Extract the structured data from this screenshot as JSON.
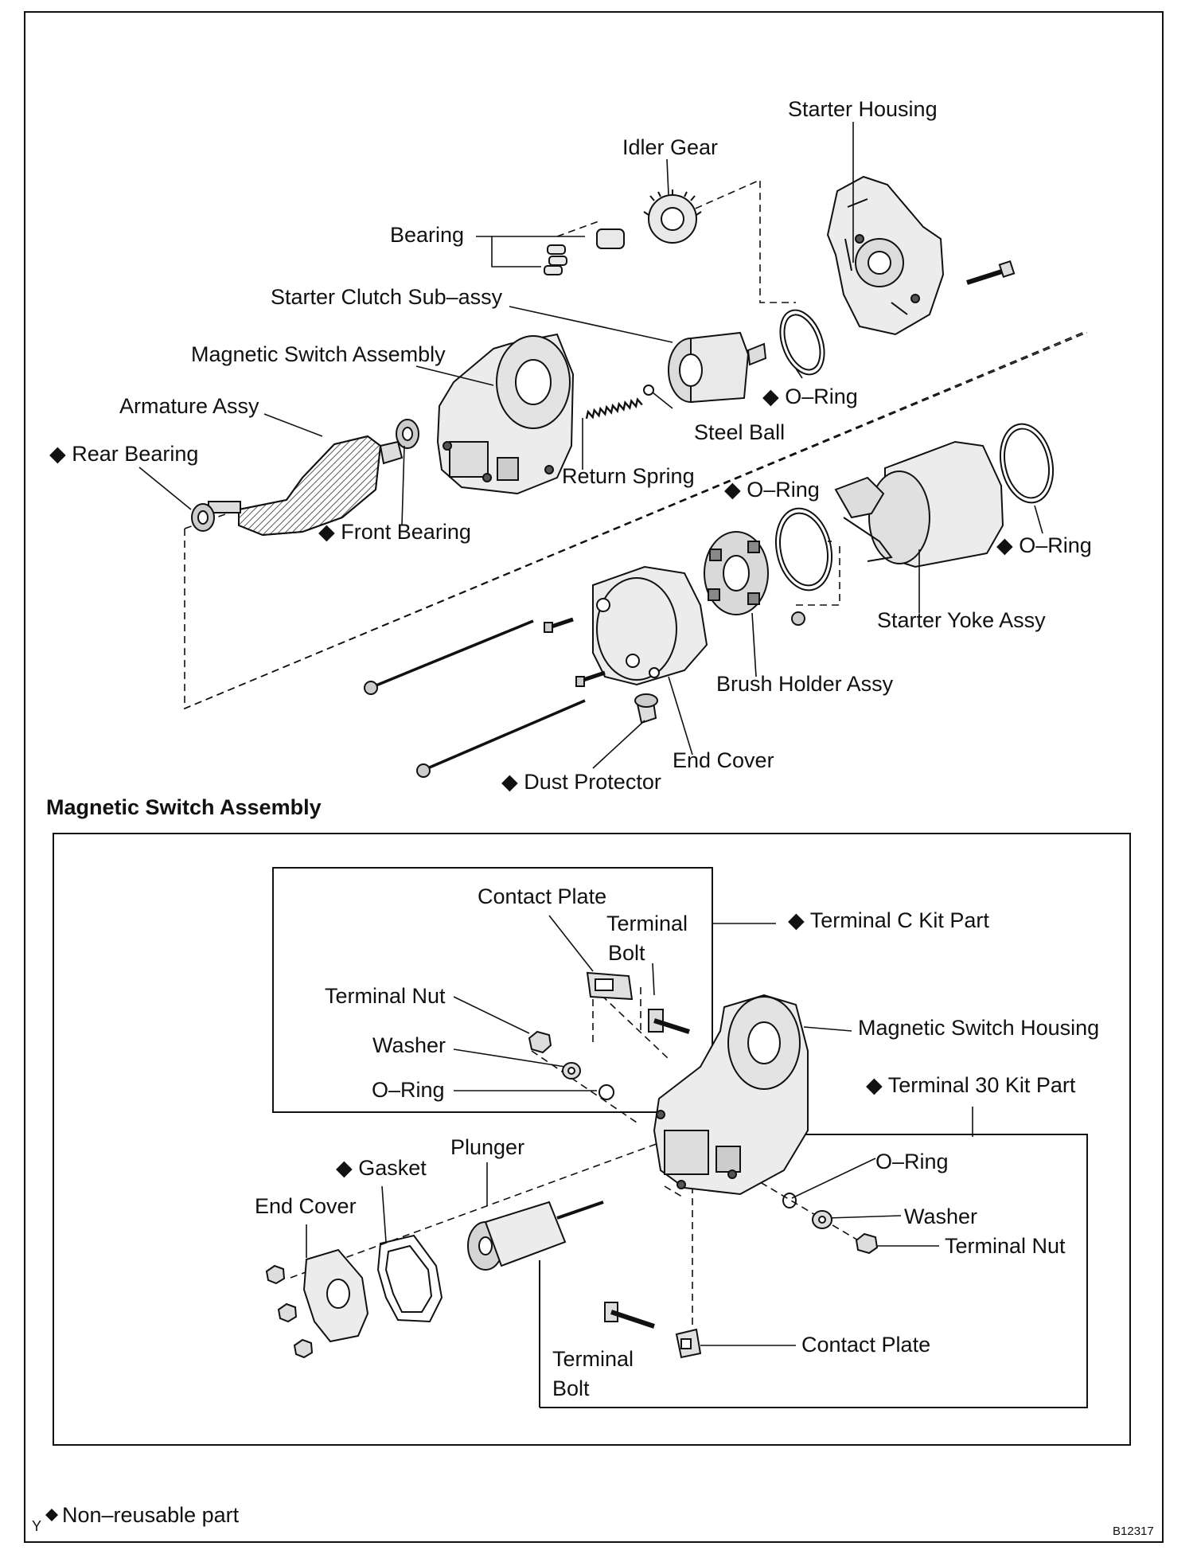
{
  "colors": {
    "ink": "#111111",
    "paper": "#ffffff",
    "part_fill": "#e9e9e9",
    "part_shade": "#bdbdbd"
  },
  "marker": {
    "symbol": "◆",
    "meaning": "Non-reusable part"
  },
  "exploded_view": {
    "labels": {
      "starter_housing": "Starter Housing",
      "idler_gear": "Idler Gear",
      "bearing": "Bearing",
      "starter_clutch": "Starter Clutch Sub–assy",
      "magnetic_switch_assembly": "Magnetic Switch Assembly",
      "armature": "Armature Assy",
      "rear_bearing": "◆ Rear Bearing",
      "front_bearing": "◆ Front Bearing",
      "o_ring_housing": "◆ O–Ring",
      "steel_ball": "Steel Ball",
      "return_spring": "Return Spring",
      "o_ring_yoke_left": "◆ O–Ring",
      "o_ring_yoke_right": "◆ O–Ring",
      "starter_yoke": "Starter Yoke Assy",
      "brush_holder": "Brush Holder Assy",
      "end_cover": "End Cover",
      "dust_protector": "◆ Dust Protector"
    }
  },
  "detail_view": {
    "title": "Magnetic Switch Assembly",
    "labels": {
      "contact_plate_top": "Contact Plate",
      "terminal_bolt_top_1": "Terminal",
      "terminal_bolt_top_2": "Bolt",
      "terminal_c_kit": "◆ Terminal C Kit Part",
      "terminal_nut_top": "Terminal Nut",
      "washer_top": "Washer",
      "o_ring_top": "O–Ring",
      "magnetic_switch_housing": "Magnetic Switch Housing",
      "terminal_30_kit": "◆ Terminal 30 Kit Part",
      "plunger": "Plunger",
      "gasket": "◆ Gasket",
      "end_cover": "End Cover",
      "o_ring_bottom": "O–Ring",
      "washer_bottom": "Washer",
      "terminal_nut_bottom": "Terminal Nut",
      "contact_plate_bottom": "Contact Plate",
      "terminal_bolt_bottom_1": "Terminal",
      "terminal_bolt_bottom_2": "Bolt"
    }
  },
  "footer": {
    "legend": "Non–reusable part",
    "corner_mark": "Y",
    "figure_code": "B12317"
  }
}
